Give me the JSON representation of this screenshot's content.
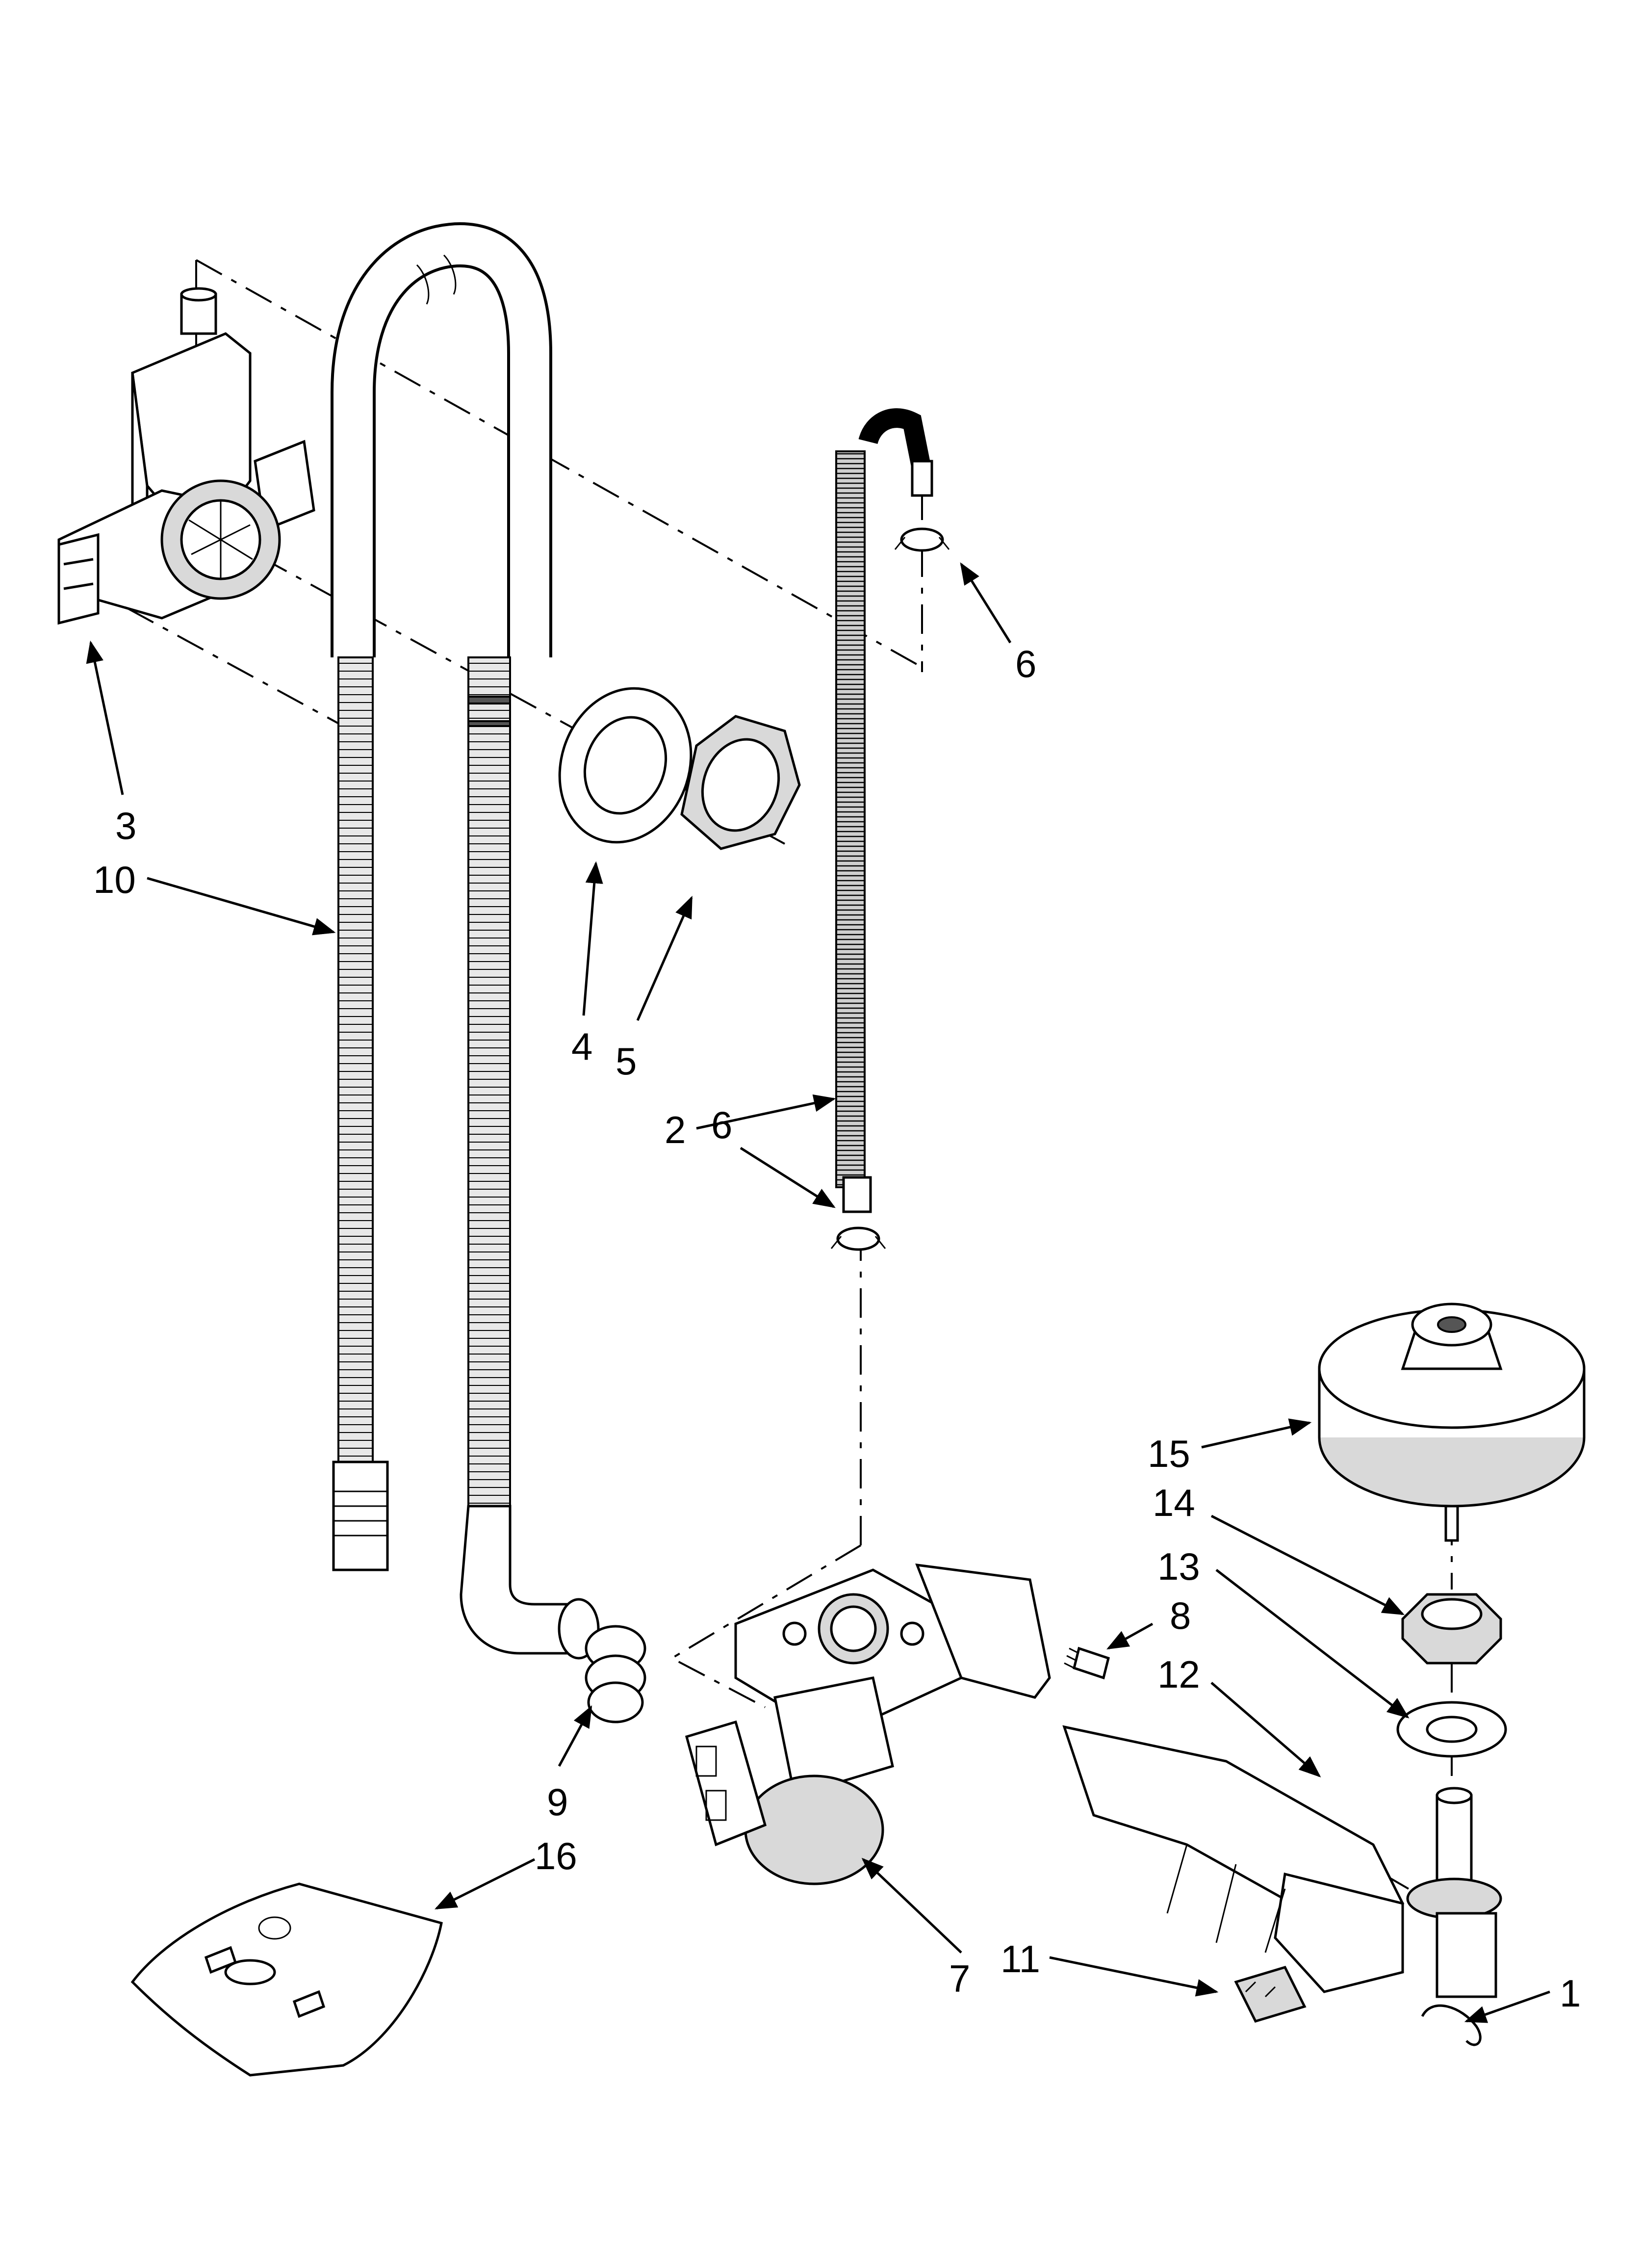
{
  "callouts": [
    {
      "id": "1",
      "label": "1"
    },
    {
      "id": "2",
      "label": "2"
    },
    {
      "id": "3",
      "label": "3"
    },
    {
      "id": "4",
      "label": "4"
    },
    {
      "id": "5",
      "label": "5"
    },
    {
      "id": "6a",
      "label": "6"
    },
    {
      "id": "6b",
      "label": "6"
    },
    {
      "id": "7",
      "label": "7"
    },
    {
      "id": "8",
      "label": "8"
    },
    {
      "id": "9",
      "label": "9"
    },
    {
      "id": "10",
      "label": "10"
    },
    {
      "id": "11",
      "label": "11"
    },
    {
      "id": "12",
      "label": "12"
    },
    {
      "id": "13",
      "label": "13"
    },
    {
      "id": "14",
      "label": "14"
    },
    {
      "id": "15",
      "label": "15"
    },
    {
      "id": "16",
      "label": "16"
    }
  ]
}
